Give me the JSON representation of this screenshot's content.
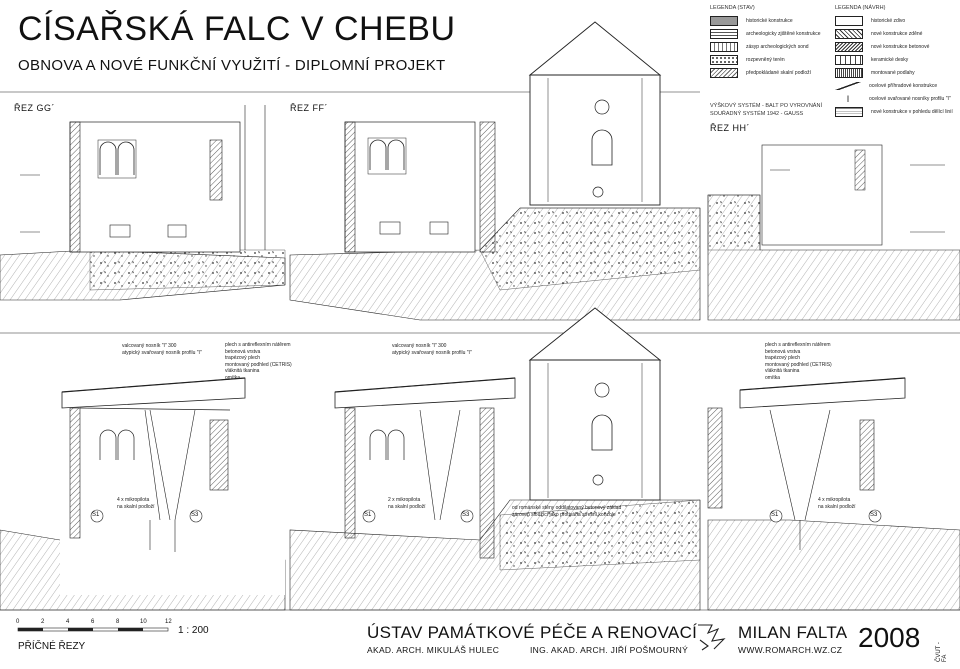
{
  "header": {
    "title": "CÍSAŘSKÁ FALC V CHEBU",
    "subtitle": "OBNOVA A NOVÉ FUNKČNÍ VYUŽITÍ  -  DIPLOMNÍ PROJEKT"
  },
  "legend_stav": {
    "heading": "LEGENDA  (STAV)",
    "items": [
      "historické konstrukce",
      "archeologicky zjištěné konstrukce",
      "zásyp archeologických sond",
      "rozpevněný terén",
      "předpokládané skalní podloží"
    ]
  },
  "legend_navrh": {
    "heading": "LEGENDA  (NÁVRH)",
    "items": [
      "historické zdivo",
      "nové konstrukce zděné",
      "nové konstrukce betonové",
      "keramické desky",
      "montované podlahy",
      "ocelové příhradové konstrukce",
      "ocelové svařované nosníky profilu \"I\"",
      "nové konstrukce v pohledu dělící linií"
    ]
  },
  "height_system": {
    "line1": "VÝŠKOVÝ SYSTÉM - BALT PO VYROVNÁNÍ",
    "line2": "SOUŘADNÝ SYSTÉM 1942 - GAUSS"
  },
  "sections": {
    "gg": "ŘEZ  GG´",
    "ff": "ŘEZ  FF´",
    "hh": "ŘEZ  HH´"
  },
  "notes": {
    "left_beam": [
      "valcovaný nosník \"I\" 300",
      "atypický svařovaný nosník profilu \"I\""
    ],
    "left_roof": [
      "plech s antireflexním nátěrem",
      "betonová vrstva",
      "trapézový plech",
      "montovaný podhled (CETRIS)",
      "vláknitá tkanina",
      "omítka"
    ],
    "mid_beam": [
      "valcovaný nosník \"I\" 300",
      "atypický svařovaný nosník profilu \"I\""
    ],
    "right_roof": [
      "plech s antireflexním nátěrem",
      "betonová vrstva",
      "trapézový plech",
      "montovaný podhled (CETRIS)",
      "vláknitá tkanina",
      "omítka"
    ],
    "left_piles": [
      "4 x mikropilota",
      "na skalní podloží"
    ],
    "mid_piles": [
      "2 x mikropilota",
      "na skalní podloží"
    ],
    "mid_wall": [
      "od románské stěny oddilatovaný betonový základ",
      "zároveň sloužící jako protiváha střešní konzole"
    ],
    "right_piles": [
      "4 x mikropilota",
      "na skalní podloží"
    ]
  },
  "markers": [
    "S1",
    "S3",
    "S1",
    "S3",
    "S1",
    "S3"
  ],
  "scale": {
    "ticks": [
      "0",
      "2",
      "4",
      "6",
      "8",
      "10",
      "12"
    ],
    "ratio": "1 : 200",
    "label": "PŘÍČNÉ ŘEZY"
  },
  "footer": {
    "institute": "ÚSTAV PAMÁTKOVÉ PÉČE A RENOVACÍ",
    "person1": "AKAD. ARCH. MIKULÁŠ HULEC",
    "person2": "ING. AKAD. ARCH. JIŘÍ POŠMOURNÝ",
    "author": "MILAN FALTA",
    "web": "WWW.ROMARCH.WZ.CZ",
    "year": "2008",
    "faculty": "ČVUT - FA"
  },
  "colors": {
    "line": "#111111",
    "hatch": "#555555",
    "ground": "#bbbbbb",
    "wall": "#dddddd"
  }
}
